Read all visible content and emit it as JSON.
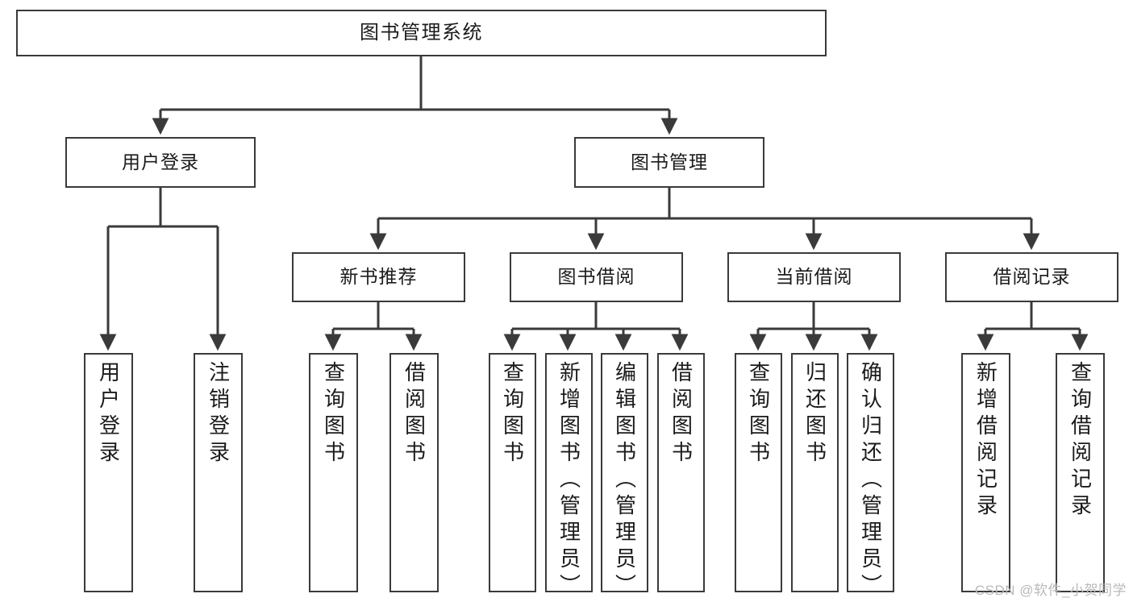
{
  "diagram": {
    "title": "图书管理系统",
    "type": "tree",
    "watermark": "CSDN @软件_小贺同学",
    "colors": {
      "stroke": "#3a3a3a",
      "fill": "#ffffff",
      "text": "#1b1b1b",
      "watermark": "#b9b9b9"
    },
    "nodes": {
      "root": {
        "label": "图书管理系统"
      },
      "level2": [
        {
          "id": "user-login",
          "label": "用户登录"
        },
        {
          "id": "book-manage",
          "label": "图书管理"
        }
      ],
      "level3": [
        {
          "id": "new-book-rec",
          "label": "新书推荐"
        },
        {
          "id": "book-borrow",
          "label": "图书借阅"
        },
        {
          "id": "current-borrow",
          "label": "当前借阅"
        },
        {
          "id": "borrow-record",
          "label": "借阅记录"
        }
      ],
      "leaves": [
        {
          "id": "leaf-user-login",
          "label": "用户登录",
          "parent": "user-login"
        },
        {
          "id": "leaf-logout-login",
          "label": "注销登录",
          "parent": "user-login"
        },
        {
          "id": "leaf-query-book-1",
          "label": "查询图书",
          "parent": "new-book-rec"
        },
        {
          "id": "leaf-borrow-book-1",
          "label": "借阅图书",
          "parent": "new-book-rec"
        },
        {
          "id": "leaf-query-book-2",
          "label": "查询图书",
          "parent": "book-borrow"
        },
        {
          "id": "leaf-add-book",
          "label": "新增图书（管理员）",
          "parent": "book-borrow"
        },
        {
          "id": "leaf-edit-book",
          "label": "编辑图书（管理员）",
          "parent": "book-borrow"
        },
        {
          "id": "leaf-borrow-book-2",
          "label": "借阅图书",
          "parent": "book-borrow"
        },
        {
          "id": "leaf-query-book-3",
          "label": "查询图书",
          "parent": "current-borrow"
        },
        {
          "id": "leaf-return-book",
          "label": "归还图书",
          "parent": "current-borrow"
        },
        {
          "id": "leaf-confirm-return",
          "label": "确认归还（管理员）",
          "parent": "current-borrow"
        },
        {
          "id": "leaf-add-record",
          "label": "新增借阅记录",
          "parent": "borrow-record"
        },
        {
          "id": "leaf-query-record",
          "label": "查询借阅记录",
          "parent": "borrow-record"
        }
      ]
    }
  }
}
